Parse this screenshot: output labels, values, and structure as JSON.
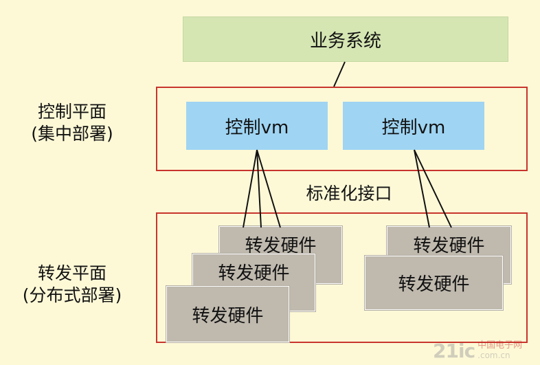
{
  "business_system": "业务系统",
  "control_plane": {
    "title_line1": "控制平面",
    "title_line2": "(集中部署)",
    "vm_left": "控制vm",
    "vm_right": "控制vm"
  },
  "interface_label": "标准化接口",
  "forwarding_plane": {
    "title_line1": "转发平面",
    "title_line2": "(分布式部署)",
    "hardware_labels": [
      "转发硬件",
      "转发硬件",
      "转发硬件",
      "转发硬件",
      "转发硬件"
    ]
  },
  "watermark": {
    "number": "21ic",
    "cn": "中国电子网",
    "en": ".com.cn"
  },
  "colors": {
    "background": "#fdf9d7",
    "frame_border": "#c8342c",
    "business_fill": "#d5e6b3",
    "vm_fill": "#9fd4f2",
    "hardware_fill": "#bfb9ae"
  }
}
